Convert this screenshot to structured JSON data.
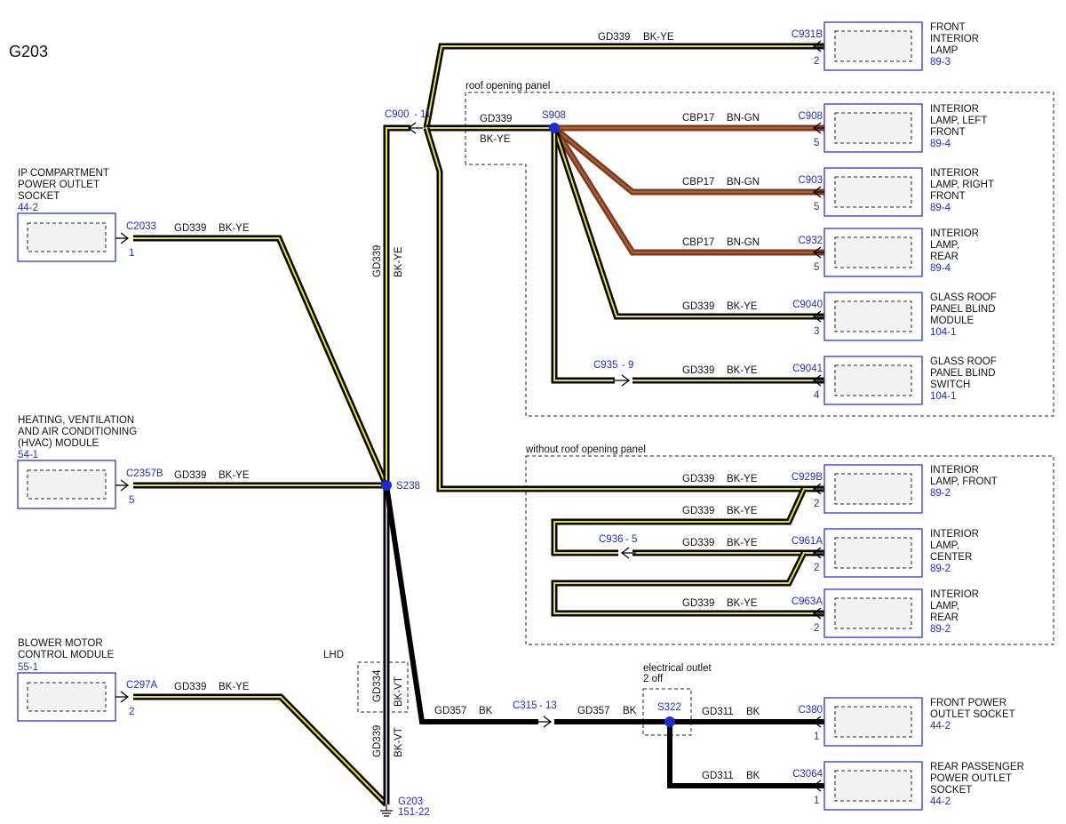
{
  "title": "G203",
  "regions": {
    "roof_panel": "roof opening panel",
    "no_roof_panel": "without roof opening panel",
    "lhd": "LHD",
    "outlet": [
      "electrical outlet",
      "2 off"
    ]
  },
  "splices": {
    "s238": "S238",
    "s908": "S908",
    "s322": "S322"
  },
  "ground": {
    "name": "G203",
    "ref": "151-22"
  },
  "left_modules": [
    {
      "name": [
        "IP COMPARTMENT",
        "POWER OUTLET",
        "SOCKET"
      ],
      "ref": "44-2",
      "connector": "C2033",
      "pin": "1",
      "circuit": "GD339",
      "color": "BK-YE"
    },
    {
      "name": [
        "HEATING, VENTILATION",
        "AND AIR CONDITIONING",
        "(HVAC) MODULE"
      ],
      "ref": "54-1",
      "connector": "C2357B",
      "pin": "5",
      "circuit": "GD339",
      "color": "BK-YE"
    },
    {
      "name": [
        "BLOWER MOTOR",
        "CONTROL MODULE"
      ],
      "ref": "55-1",
      "connector": "C297A",
      "pin": "2",
      "circuit": "GD339",
      "color": "BK-YE"
    }
  ],
  "right_modules": [
    {
      "name": [
        "FRONT",
        "INTERIOR",
        "LAMP"
      ],
      "ref": "89-3",
      "connector": "C931B",
      "pin": "2",
      "circuit": "GD339",
      "color": "BK-YE"
    },
    {
      "name": [
        "INTERIOR",
        "LAMP, LEFT",
        "FRONT"
      ],
      "ref": "89-4",
      "connector": "C908",
      "pin": "5",
      "circuit": "CBP17",
      "color": "BN-GN"
    },
    {
      "name": [
        "INTERIOR",
        "LAMP, RIGHT",
        "FRONT"
      ],
      "ref": "89-4",
      "connector": "C903",
      "pin": "5",
      "circuit": "CBP17",
      "color": "BN-GN"
    },
    {
      "name": [
        "INTERIOR",
        "LAMP,",
        "REAR"
      ],
      "ref": "89-4",
      "connector": "C932",
      "pin": "5",
      "circuit": "CBP17",
      "color": "BN-GN"
    },
    {
      "name": [
        "GLASS ROOF",
        "PANEL BLIND",
        "MODULE"
      ],
      "ref": "104-1",
      "connector": "C9040",
      "pin": "3",
      "circuit": "GD339",
      "color": "BK-YE"
    },
    {
      "name": [
        "GLASS ROOF",
        "PANEL BLIND",
        "SWITCH"
      ],
      "ref": "104-1",
      "connector": "C9041",
      "pin": "4",
      "circuit": "GD339",
      "color": "BK-YE"
    },
    {
      "name": [
        "INTERIOR",
        "LAMP, FRONT"
      ],
      "ref": "89-2",
      "connector": "C929B",
      "pin": "2",
      "circuit": "GD339",
      "color": "BK-YE"
    },
    {
      "name": [
        "INTERIOR",
        "LAMP,",
        "CENTER"
      ],
      "ref": "89-2",
      "connector": "C961A",
      "pin": "2",
      "circuit": "GD339",
      "color": "BK-YE"
    },
    {
      "name": [
        "INTERIOR",
        "LAMP,",
        "REAR"
      ],
      "ref": "89-2",
      "connector": "C963A",
      "pin": "2",
      "circuit": "GD339",
      "color": "BK-YE"
    },
    {
      "name": [
        "FRONT POWER",
        "OUTLET SOCKET"
      ],
      "ref": "44-2",
      "connector": "C380",
      "pin": "1",
      "circuit": "GD311",
      "color": "BK"
    },
    {
      "name": [
        "REAR PASSENGER",
        "POWER OUTLET",
        "SOCKET"
      ],
      "ref": "44-2",
      "connector": "C3064",
      "pin": "1",
      "circuit": "GD311",
      "color": "BK"
    }
  ],
  "inline_connectors": {
    "c900": {
      "name": "C900",
      "pin": "- 11"
    },
    "c935": {
      "name": "C935",
      "pin": "- 9"
    },
    "c936": {
      "name": "C936",
      "pin": "- 5"
    },
    "c315": {
      "name": "C315",
      "pin": "- 13"
    }
  },
  "wire_labels": {
    "top_circuit": "GD339",
    "top_color": "BK-YE",
    "s908_circuit": "GD339",
    "s908_color": "BK-YE",
    "vertical_circuit": "GD339",
    "vertical_color": "BK-YE",
    "loop_circuit": "GD339",
    "loop_color": "BK-YE",
    "gd334_circuit": "GD334",
    "gd334_color": "BK-VT",
    "ground_circuit": "GD339",
    "ground_color": "BK-VT",
    "gd357_circuit_a": "GD357",
    "gd357_color_a": "BK",
    "gd357_circuit_b": "GD357",
    "gd357_color_b": "BK"
  },
  "colors": {
    "label_blue": "#1f2bd6",
    "wire_black": "#000000",
    "stripe_yellow": "#f2e600",
    "wire_brown": "#7a3b22",
    "stripe_violet": "#c79ad8"
  }
}
